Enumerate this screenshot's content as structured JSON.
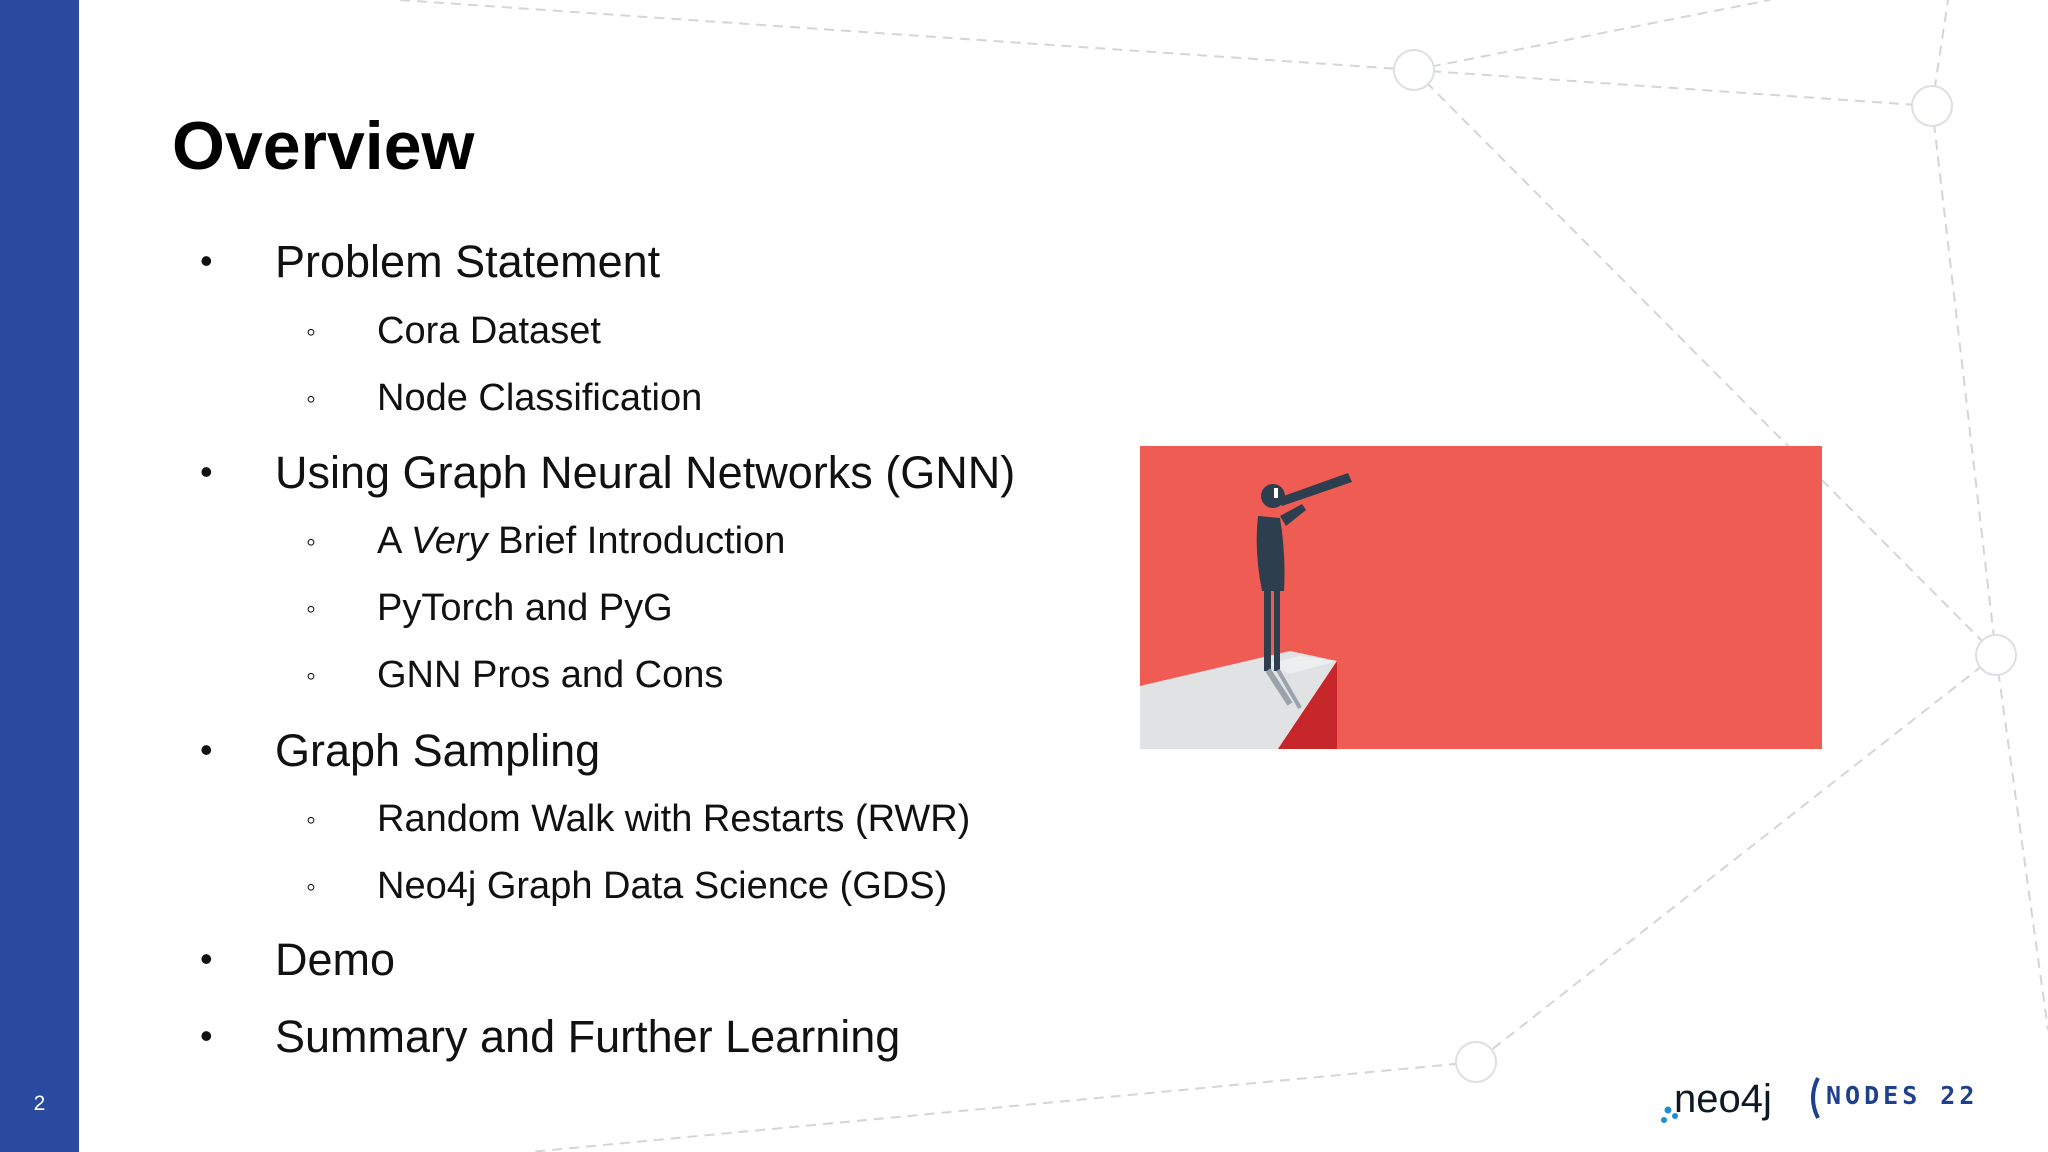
{
  "slide": {
    "number": "2",
    "title": "Overview"
  },
  "bullets": [
    {
      "level": 1,
      "text": "Problem Statement"
    },
    {
      "level": 2,
      "text": "Cora Dataset"
    },
    {
      "level": 2,
      "text": "Node Classification"
    },
    {
      "level": 1,
      "text": "Using Graph Neural Networks (GNN)"
    },
    {
      "level": 2,
      "prefix": "A ",
      "emphasis": "Very",
      "suffix": " Brief Introduction"
    },
    {
      "level": 2,
      "text": "PyTorch and PyG"
    },
    {
      "level": 2,
      "text": "GNN Pros and Cons"
    },
    {
      "level": 1,
      "text": "Graph Sampling"
    },
    {
      "level": 2,
      "text": "Random Walk with Restarts (RWR)"
    },
    {
      "level": 2,
      "text": "Neo4j Graph Data Science (GDS)"
    },
    {
      "level": 1,
      "text": "Demo"
    },
    {
      "level": 1,
      "text": "Summary and Further Learning"
    }
  ],
  "bullet_glyphs": {
    "level1": "•",
    "level2": "◦"
  },
  "logos": {
    "neo4j": "neo4j",
    "nodes": "NODES 22"
  },
  "colors": {
    "sidebar": "#2a4b9f",
    "hero_background": "#ef5c53",
    "network_lines": "#d0d3d8"
  }
}
